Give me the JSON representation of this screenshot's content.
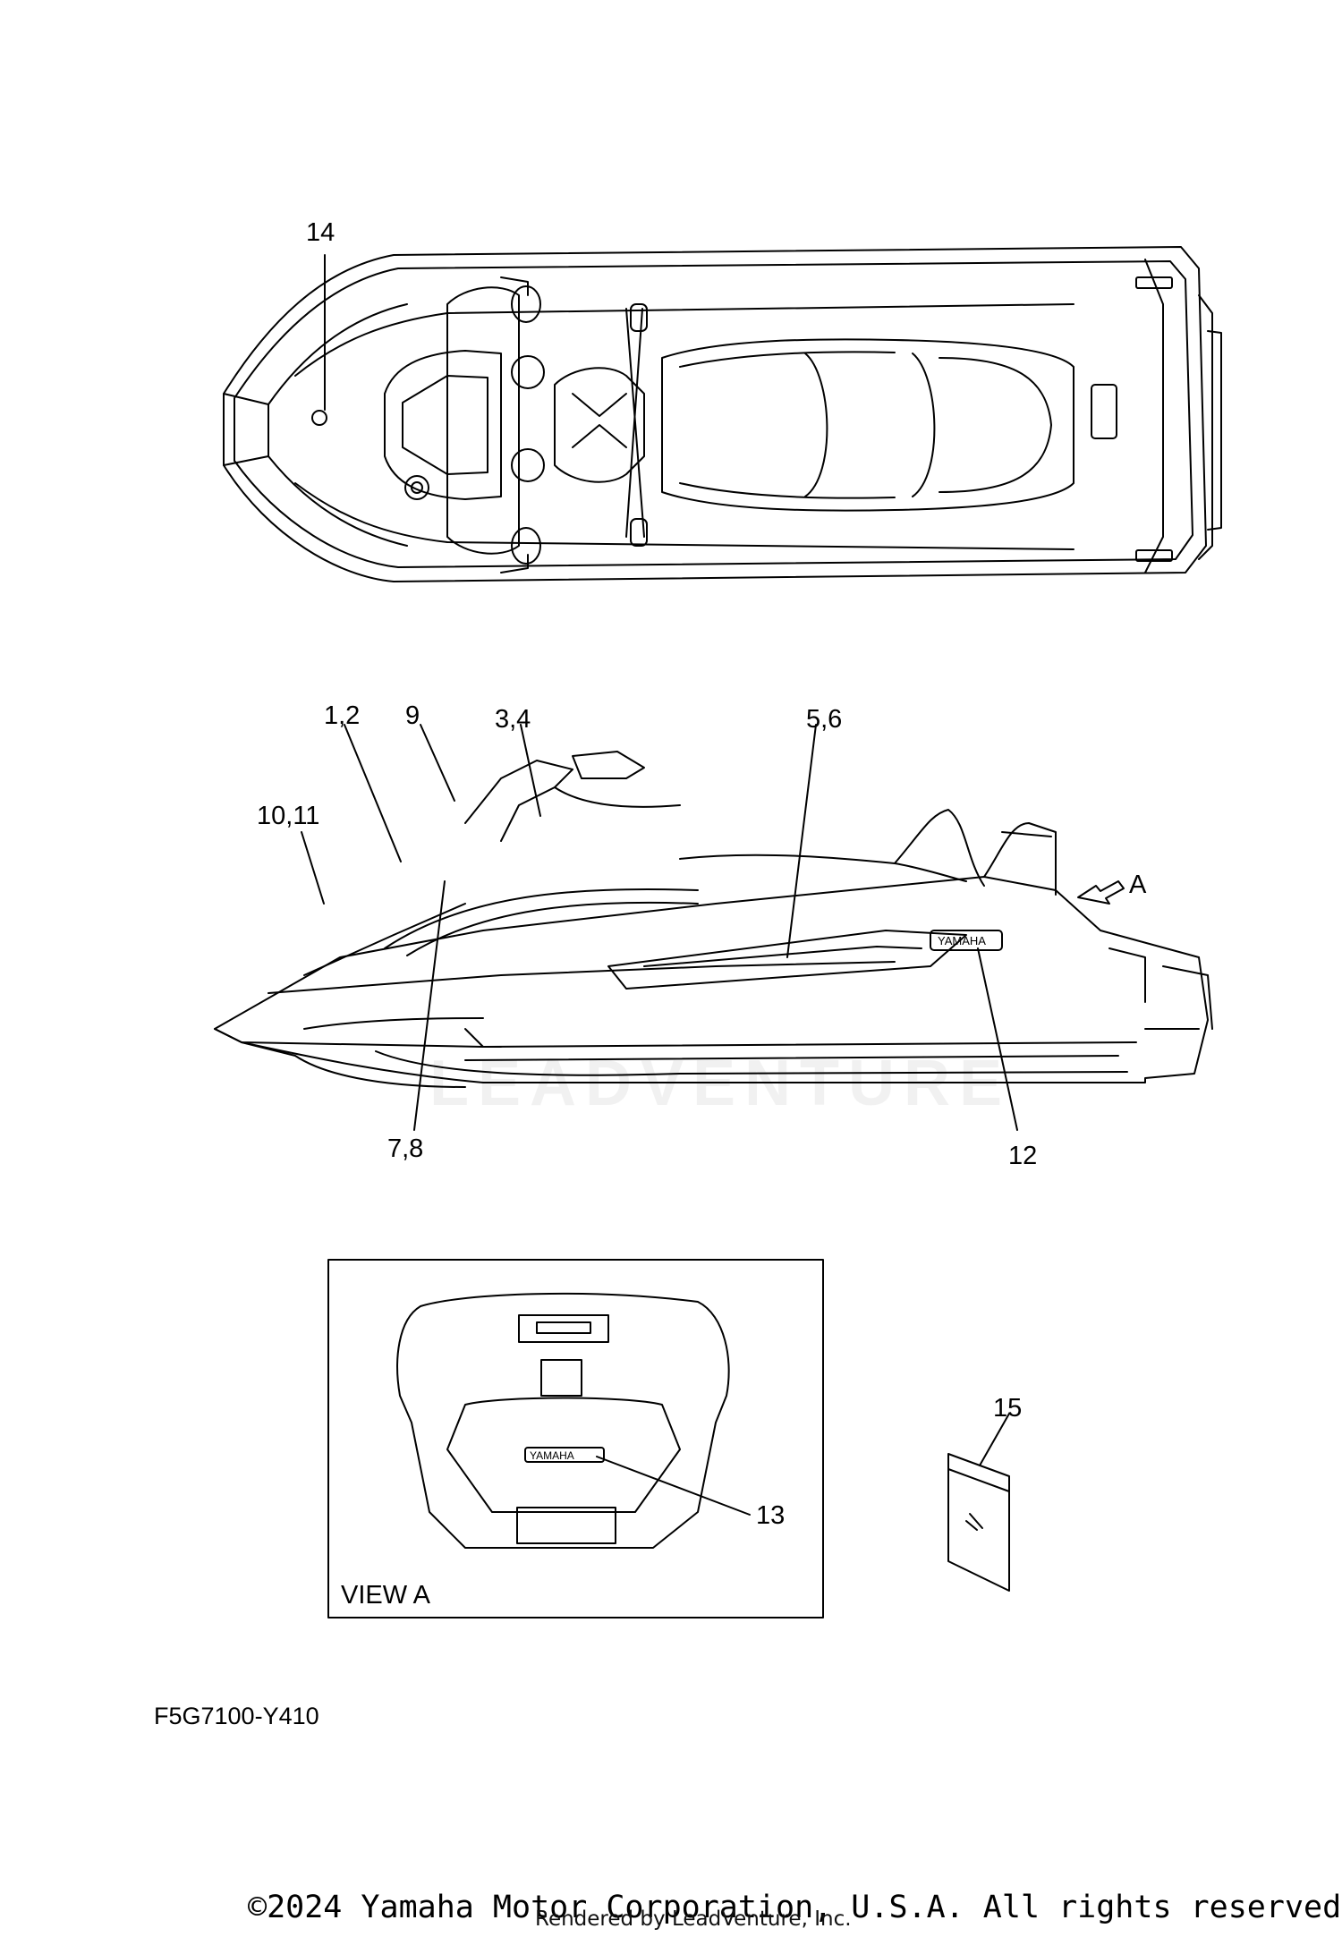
{
  "callouts": {
    "c14": "14",
    "c12a": "1,2",
    "c9": "9",
    "c34": "3,4",
    "c56": "5,6",
    "c1011": "10,11",
    "cA": "A",
    "c78": "7,8",
    "c12": "12",
    "c13": "13",
    "c15": "15"
  },
  "view_label": "VIEW A",
  "part_code": "F5G7100-Y410",
  "hull_emblem": "YAMAHA",
  "rear_emblem": "YAMAHA",
  "copyright": "©2024 Yamaha Motor Corporation, U.S.A. All rights reserved.",
  "rendered_by": "Rendered by LeadVenture, Inc.",
  "watermark": "LEADVENTURE"
}
